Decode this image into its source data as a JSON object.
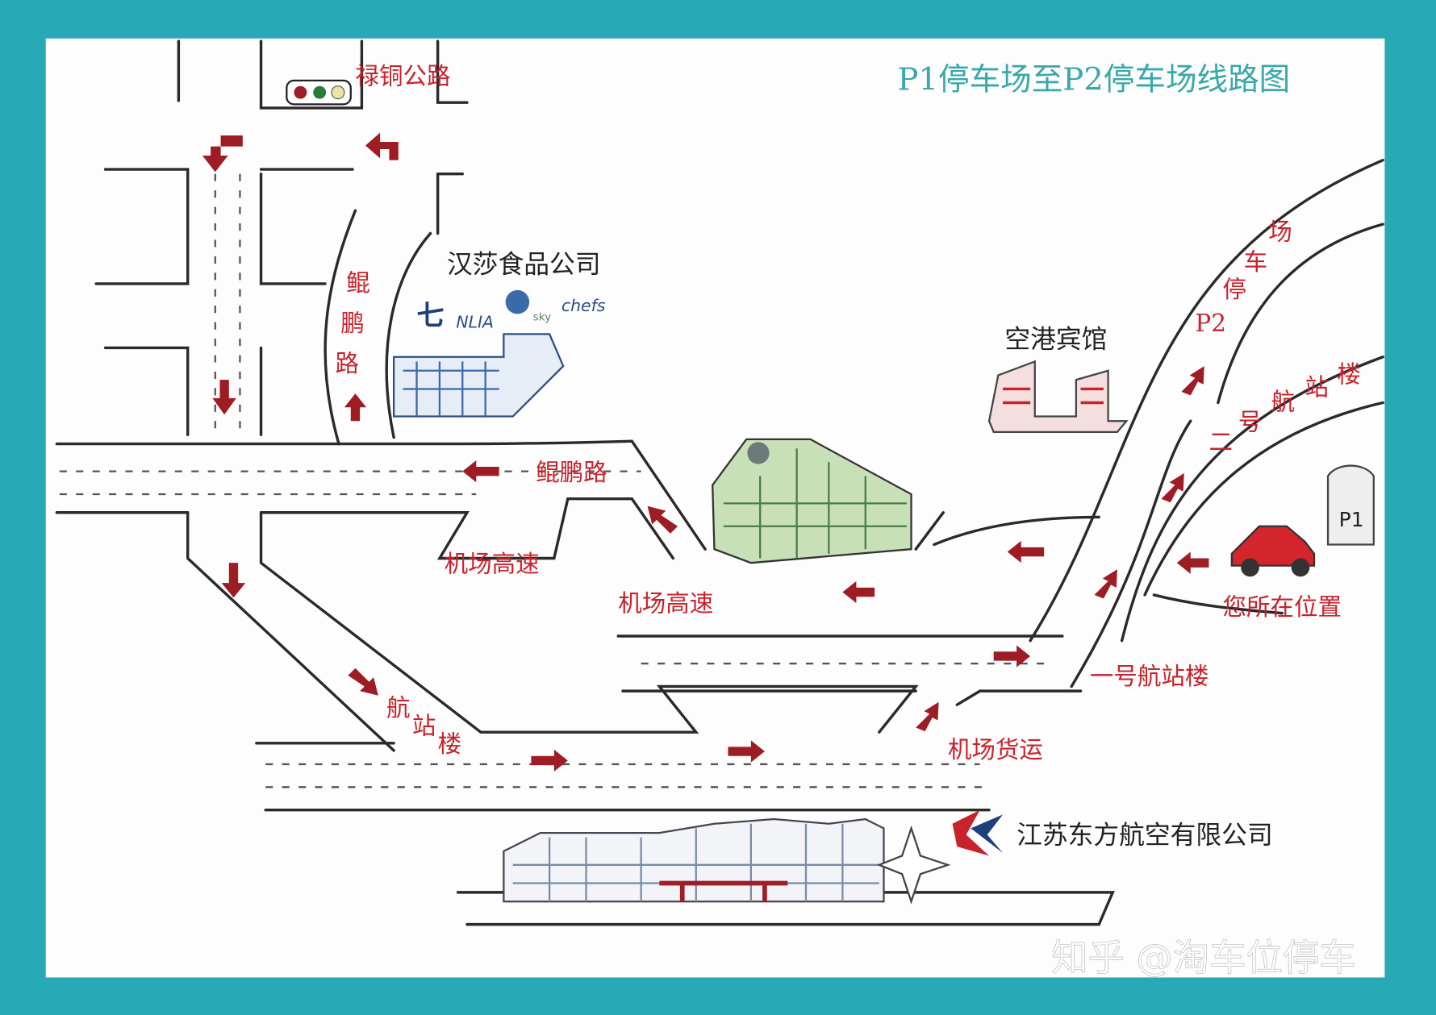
{
  "title": "P1停车场至P2停车场线路图",
  "colors": {
    "border": "#27a9b6",
    "label_red": "#c8232c",
    "arrow": "#9e1d25",
    "title_teal": "#3aa7a9"
  },
  "roads": {
    "lutong": "禄铜公路",
    "kunpeng_vertical": [
      "鲲",
      "鹏",
      "路"
    ],
    "kunpeng": "鲲鹏路",
    "airport_expressway_1": "机场高速",
    "airport_expressway_2": "机场高速",
    "terminal": [
      "航",
      "站",
      "楼"
    ],
    "terminal_1": "一号航站楼",
    "terminal_2": [
      "二",
      "号",
      "航",
      "站",
      "楼"
    ],
    "cargo": "机场货运",
    "p2_parking": [
      "P2",
      "停",
      "车",
      "场"
    ]
  },
  "landmarks": {
    "hansa": "汉莎食品公司",
    "nlia": "NLIA",
    "sky": "sky",
    "chefs": "chefs",
    "hotel": "空港宾馆",
    "airline": "江苏东方航空有限公司",
    "you_are_here": "您所在位置",
    "p1_sign": "P1"
  },
  "watermark": "知乎 @淘车位停车"
}
